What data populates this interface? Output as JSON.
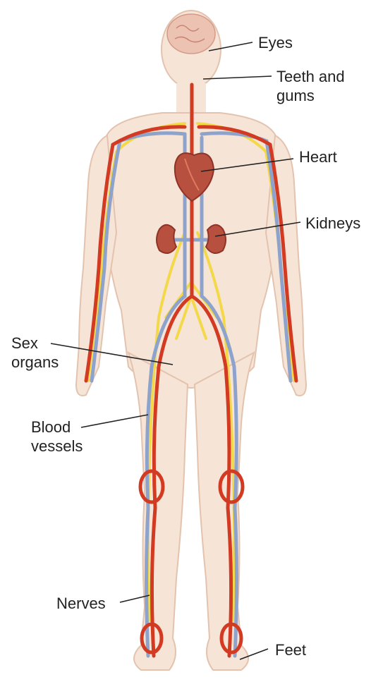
{
  "figure": {
    "colors": {
      "skin": "#f6e4d6",
      "skin_outline": "#e3c3ae",
      "artery": "#d23a22",
      "vein": "#8ea3cc",
      "nerve": "#f3d94a",
      "organ": "#b8503f",
      "leader_line": "#222222"
    }
  },
  "labels": {
    "eyes": "Eyes",
    "teeth_line1": "Teeth and",
    "teeth_line2": "gums",
    "heart": "Heart",
    "kidneys": "Kidneys",
    "sex_line1": "Sex",
    "sex_line2": "organs",
    "blood_line1": "Blood",
    "blood_line2": "vessels",
    "nerves": "Nerves",
    "feet": "Feet"
  }
}
